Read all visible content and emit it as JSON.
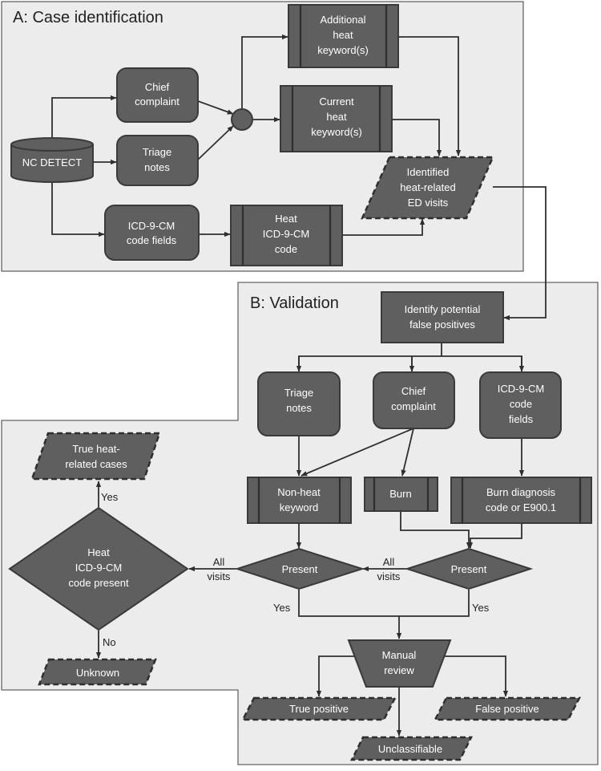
{
  "sections": {
    "a_title": "A: Case identification",
    "b_title": "B: Validation"
  },
  "nodes": {
    "nc_detect": "NC DETECT",
    "chief_complaint_a": [
      "Chief",
      "complaint"
    ],
    "triage_notes_a": [
      "Triage",
      "notes"
    ],
    "icd_fields_a": [
      "ICD-9-CM",
      "code fields"
    ],
    "additional_keywords": [
      "Additional",
      "heat",
      "keyword(s)"
    ],
    "current_keywords": [
      "Current",
      "heat",
      "keyword(s)"
    ],
    "heat_icd_code": [
      "Heat",
      "ICD-9-CM",
      "code"
    ],
    "identified_visits": [
      "Identified",
      "heat-related",
      "ED visits"
    ],
    "identify_false_positives": [
      "Identify potential",
      "false positives"
    ],
    "triage_notes_b": [
      "Triage",
      "notes"
    ],
    "chief_complaint_b": [
      "Chief",
      "complaint"
    ],
    "icd_fields_b": [
      "ICD-9-CM",
      "code",
      "fields"
    ],
    "non_heat_keyword": [
      "Non-heat",
      "keyword"
    ],
    "burn": "Burn",
    "burn_diagnosis": [
      "Burn diagnosis",
      "code or E900.1"
    ],
    "present_left": "Present",
    "present_right": "Present",
    "heat_icd_present": [
      "Heat",
      "ICD-9-CM",
      "code present"
    ],
    "true_heat_cases": [
      "True heat-",
      "related cases"
    ],
    "unknown": "Unknown",
    "manual_review": [
      "Manual",
      "review"
    ],
    "true_positive": "True positive",
    "false_positive": "False positive",
    "unclassifiable": "Unclassifiable"
  },
  "edge_labels": {
    "yes_up": "Yes",
    "no_down": "No",
    "all_visits_left": [
      "All",
      "visits"
    ],
    "all_visits_right": [
      "All",
      "visits"
    ],
    "yes_left": "Yes",
    "yes_right": "Yes"
  }
}
